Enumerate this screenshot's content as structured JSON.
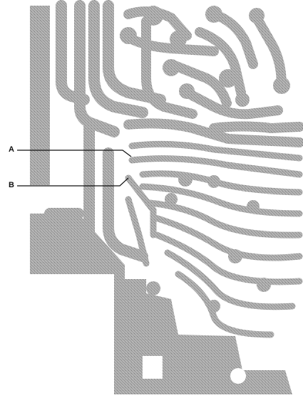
{
  "figure": {
    "kind": "PCB copper trace artwork",
    "copper_color": "#a7a7a7",
    "background_color": "#ffffff",
    "callouts": [
      {
        "id": "a",
        "label": "A"
      },
      {
        "id": "b",
        "label": "B"
      }
    ]
  }
}
